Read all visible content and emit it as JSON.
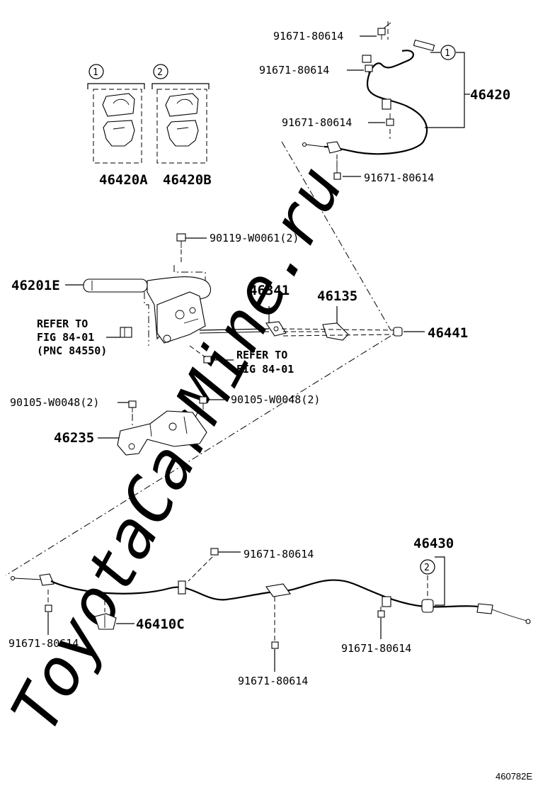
{
  "watermark": "ToyotaCarMine.ru",
  "figure_code": "460782E",
  "labels": {
    "bolt_top_1": "91671-80614",
    "bolt_top_2": "91671-80614",
    "bolt_top_3": "91671-80614",
    "bolt_top_4": "91671-80614",
    "cable_front": "46420",
    "callout_1": "1",
    "callout_2": "2",
    "clamp_a": "46420A",
    "clamp_b": "46420B",
    "bolt_lever": "90119-W0061(2)",
    "lever": "46201E",
    "refer_left_1": "REFER TO",
    "refer_left_2": "FIG 84-01",
    "refer_left_3": "(PNC 84550)",
    "refer_right_1": "REFER TO",
    "refer_right_2": "FIG 84-01",
    "equalizer": "46341",
    "yoke": "46135",
    "nut": "46441",
    "bolt_base_left": "90105-W0048(2)",
    "bolt_base_right": "90105-W0048(2)",
    "bracket": "46235",
    "bolt_rear_1": "91671-80614",
    "cable_rear": "46430",
    "clamp_rear": "46410C",
    "bolt_rear_2": "91671-80614",
    "bolt_rear_3": "91671-80614",
    "bolt_rear_4": "91671-80614"
  }
}
